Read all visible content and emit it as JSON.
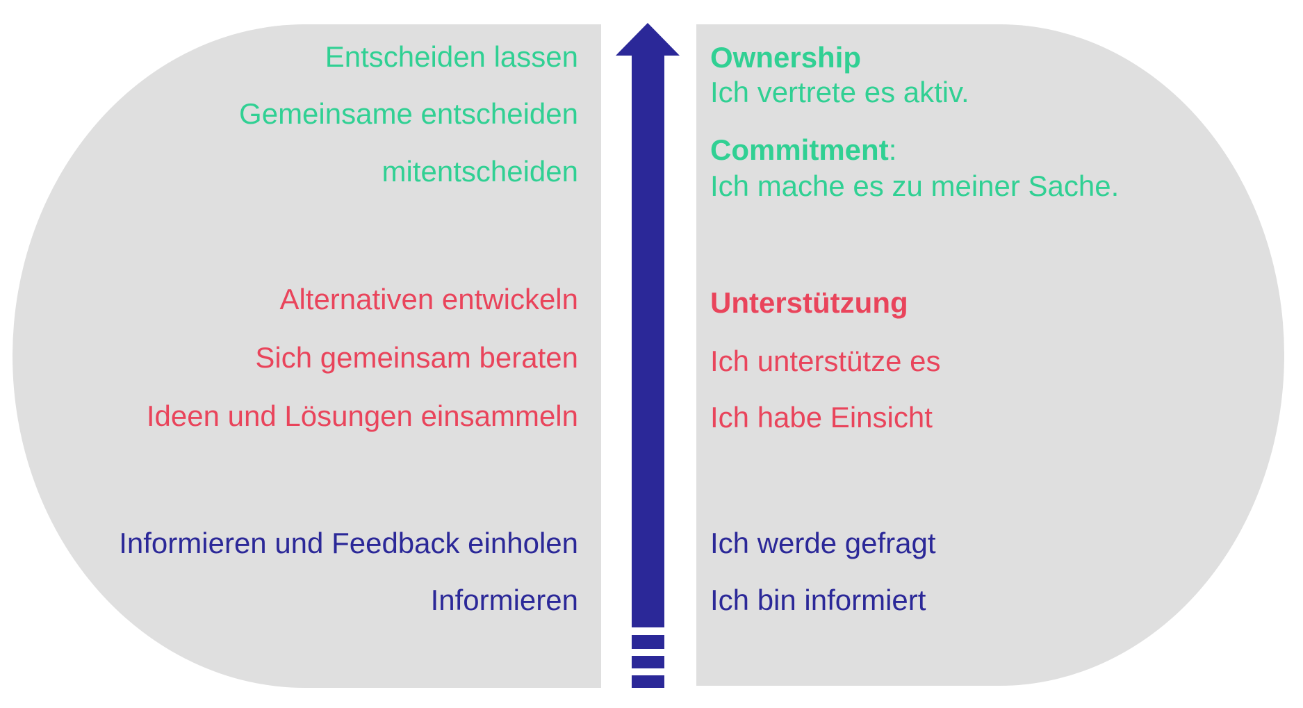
{
  "colors": {
    "green": "#30d093",
    "red": "#e9445b",
    "navy": "#2b2898",
    "panel": "#dfdfdf",
    "arrow": "#2b2898",
    "background": "#ffffff"
  },
  "left_column": {
    "green": [
      "Entscheiden lassen",
      "Gemeinsame entscheiden",
      "mitentscheiden"
    ],
    "red": [
      "Alternativen entwickeln",
      "Sich gemeinsam beraten",
      "Ideen und Lösungen einsammeln"
    ],
    "navy": [
      "Informieren und Feedback einholen",
      "Informieren"
    ]
  },
  "right_column": {
    "green": {
      "ownership_heading": "Ownership",
      "ownership_text": "Ich vertrete es aktiv.",
      "commitment_heading": "Commitment",
      "commitment_colon": ":",
      "commitment_text": "Ich mache es zu meiner Sache."
    },
    "red": {
      "support_heading": "Unterstützung",
      "items": [
        "Ich unterstütze es",
        "Ich habe Einsicht"
      ]
    },
    "navy": {
      "items": [
        "Ich werde gefragt",
        "Ich bin informiert"
      ]
    }
  },
  "arrow": {
    "icon": "upward-arrow-icon",
    "direction": "up",
    "dashed_segments": 3
  }
}
